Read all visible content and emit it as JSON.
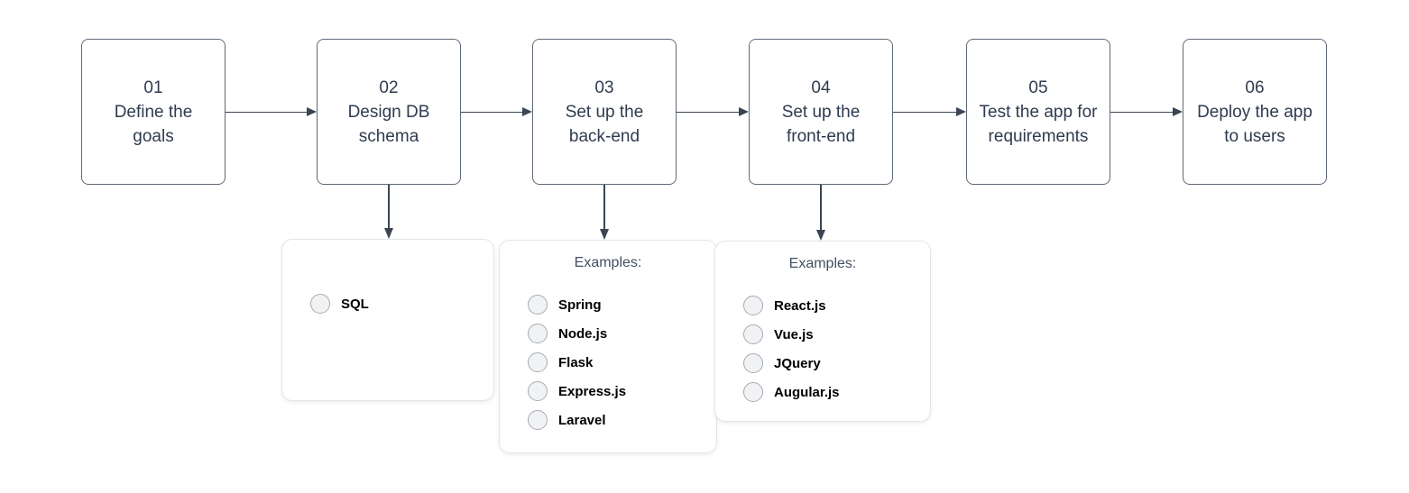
{
  "diagram": {
    "steps": [
      {
        "number": "01",
        "lines": [
          "Define the",
          "goals"
        ]
      },
      {
        "number": "02",
        "lines": [
          "Design DB",
          "schema"
        ]
      },
      {
        "number": "03",
        "lines": [
          "Set up the",
          "back-end"
        ]
      },
      {
        "number": "04",
        "lines": [
          "Set up the",
          "front-end"
        ]
      },
      {
        "number": "05",
        "lines": [
          "Test the app for",
          "requirements"
        ]
      },
      {
        "number": "06",
        "lines": [
          "Deploy the app",
          "to users"
        ]
      }
    ],
    "panels": [
      {
        "heading": "",
        "items": [
          "SQL"
        ]
      },
      {
        "heading": "Examples:",
        "items": [
          "Spring",
          "Node.js",
          "Flask",
          "Express.js",
          "Laravel"
        ]
      },
      {
        "heading": "Examples:",
        "items": [
          "React.js",
          "Vue.js",
          "JQuery",
          "Augular.js"
        ]
      }
    ],
    "colors": {
      "background": "#ffffff",
      "box_border": "#5f6a78",
      "box_text": "#2f3b4e",
      "arrow": "#3b4553",
      "panel_border": "#e2e5ea",
      "panel_heading_text": "#435062",
      "item_text": "#000000",
      "radio_fill": "#f1f2f4",
      "radio_border": "#a6abb3"
    }
  }
}
